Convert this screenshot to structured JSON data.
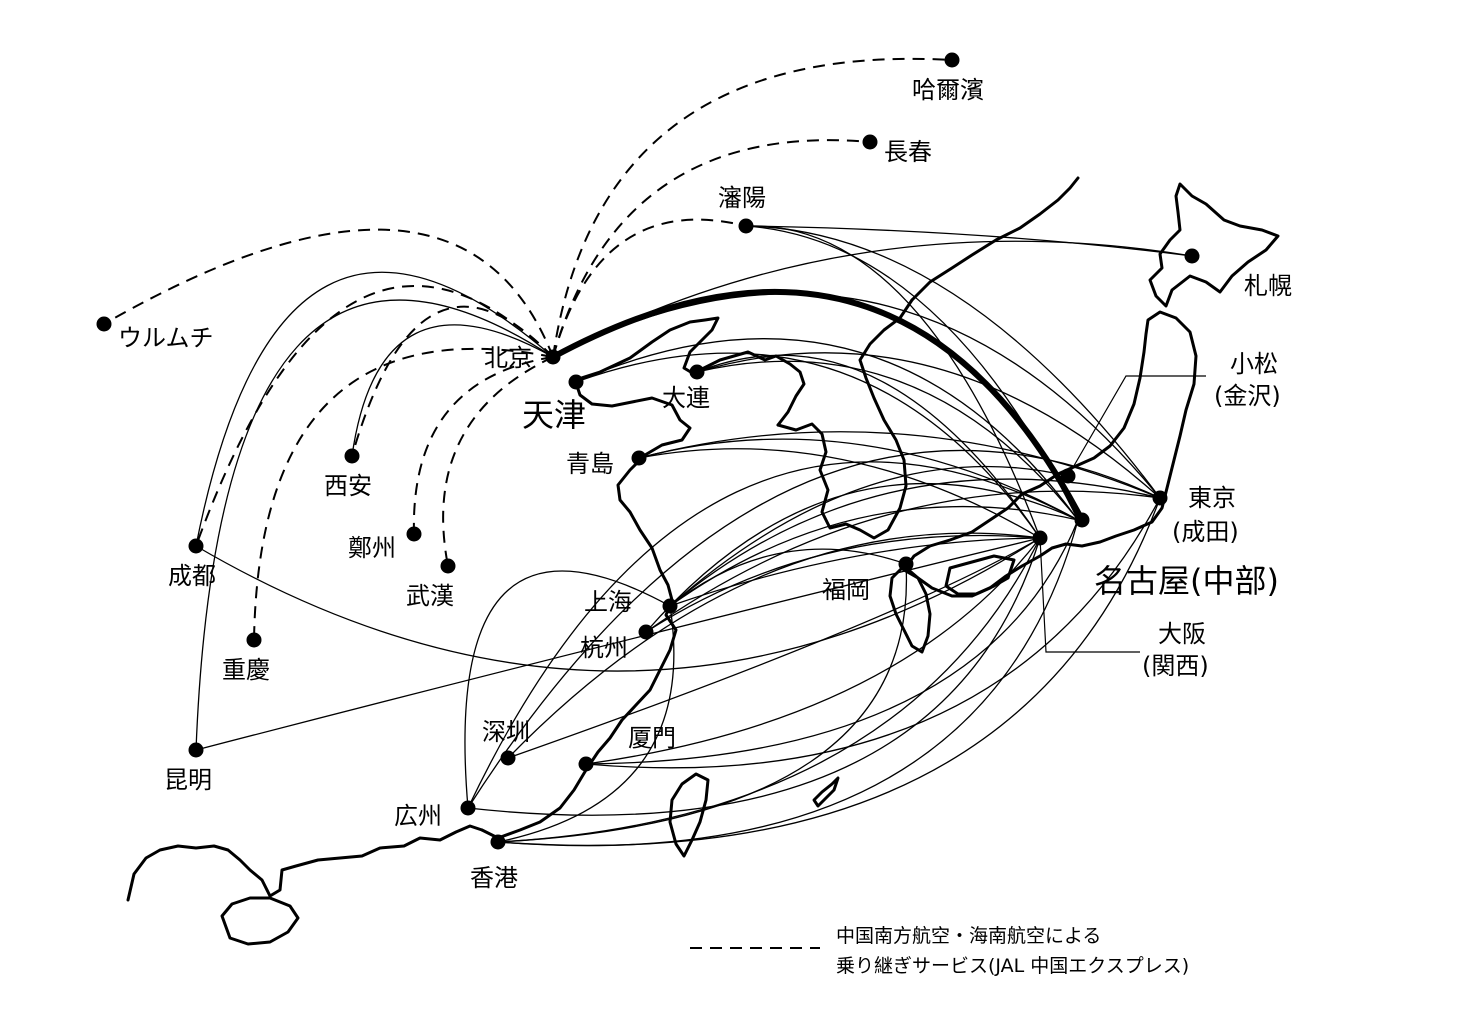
{
  "cities": [
    {
      "id": "harbin",
      "label": "哈爾濱"
    },
    {
      "id": "changchun",
      "label": "長春"
    },
    {
      "id": "shenyang",
      "label": "瀋陽"
    },
    {
      "id": "urumqi",
      "label": "ウルムチ"
    },
    {
      "id": "beijing",
      "label": "北京"
    },
    {
      "id": "tianjin",
      "label": "天津"
    },
    {
      "id": "dalian",
      "label": "大連"
    },
    {
      "id": "qingdao",
      "label": "青島"
    },
    {
      "id": "xian",
      "label": "西安"
    },
    {
      "id": "zhengzhou",
      "label": "鄭州"
    },
    {
      "id": "wuhan",
      "label": "武漢"
    },
    {
      "id": "chengdu",
      "label": "成都"
    },
    {
      "id": "chongqing",
      "label": "重慶"
    },
    {
      "id": "kunming",
      "label": "昆明"
    },
    {
      "id": "shanghai",
      "label": "上海"
    },
    {
      "id": "hangzhou",
      "label": "杭州"
    },
    {
      "id": "shenzhen",
      "label": "深圳"
    },
    {
      "id": "xiamen",
      "label": "厦門"
    },
    {
      "id": "guangzhou",
      "label": "広州"
    },
    {
      "id": "hongkong",
      "label": "香港"
    },
    {
      "id": "fukuoka",
      "label": "福岡"
    },
    {
      "id": "sapporo",
      "label": "札幌"
    },
    {
      "id": "komatsu",
      "label": "小松",
      "sub": "(金沢)"
    },
    {
      "id": "tokyo",
      "label": "東京",
      "sub": "(成田)"
    },
    {
      "id": "nagoya",
      "label": "名古屋(中部)"
    },
    {
      "id": "osaka",
      "label": "大阪",
      "sub": "(関西)"
    }
  ],
  "legend": {
    "line1": "中国南方航空・海南航空による",
    "line2": "乗り継ぎサービス(JAL 中国エクスプレス)"
  }
}
